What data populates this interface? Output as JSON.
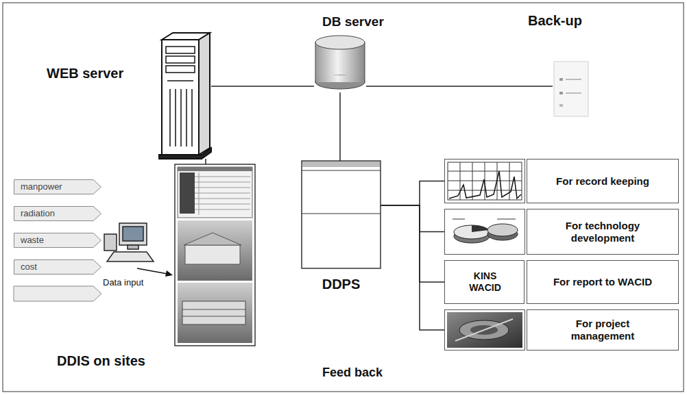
{
  "diagram": {
    "nodes": [
      {
        "text": [
          "WEB server"
        ]
      },
      {
        "text": [
          "DB server"
        ]
      },
      {
        "text": [
          "Back-up"
        ]
      },
      {
        "text": [
          "manpower"
        ]
      },
      {
        "text": [
          "radiation"
        ]
      },
      {
        "text": [
          "waste"
        ]
      },
      {
        "text": [
          "cost"
        ]
      },
      {
        "text": [
          "DDIS on sites"
        ]
      },
      {
        "text": [
          "DDPS"
        ]
      },
      {
        "text": [
          "For record keeping"
        ]
      },
      {
        "text": [
          "For technology development"
        ]
      },
      {
        "text": [
          "For report to WACID"
        ]
      },
      {
        "text": [
          "KINS WACID"
        ],
        "in": 11
      },
      {
        "text": [
          "For project management"
        ]
      }
    ],
    "edges": [
      {
        "from": 0,
        "to": 1,
        "arrow": "none"
      },
      {
        "from": 1,
        "to": 2,
        "arrow": "none"
      },
      {
        "from": 0,
        "to": 7,
        "arrow": "none"
      },
      {
        "from": 1,
        "to": 8,
        "arrow": "none"
      },
      {
        "from": 8,
        "to": 9,
        "arrow": "none"
      },
      {
        "from": 8,
        "to": 10,
        "arrow": "none"
      },
      {
        "from": 8,
        "to": 11,
        "arrow": "none"
      },
      {
        "from": 8,
        "to": 13,
        "arrow": "none"
      }
    ],
    "labels": [
      "Data input",
      "Feed back"
    ]
  }
}
